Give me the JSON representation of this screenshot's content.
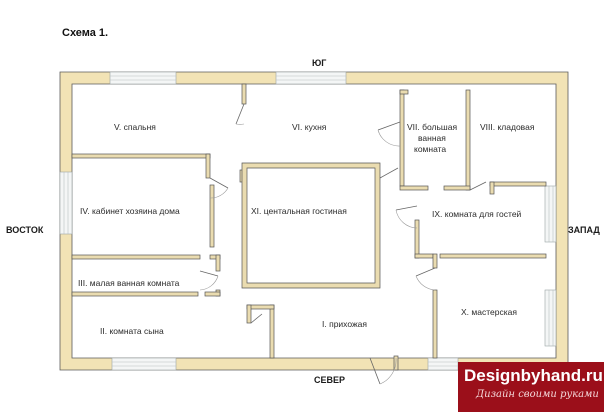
{
  "title": "Схема 1.",
  "compass": {
    "south": "ЮГ",
    "north": "СЕВЕР",
    "east": "ВОСТОК",
    "west": "ЗАПАД"
  },
  "rooms": {
    "bedroom": "V. спальня",
    "kitchen": "VI. кухня",
    "big_bath_1": "VII. большая",
    "big_bath_2": "ванная",
    "big_bath_3": "комната",
    "pantry": "VIII. кладовая",
    "study": "IV. кабинет хозяина дома",
    "living": "XI. центальная гостиная",
    "guest": "IX. комната для гостей",
    "small_bath": "III. малая ванная комната",
    "workshop": "X. мастерская",
    "hall": "I. прихожая",
    "son": "II. комната сына"
  },
  "badge": {
    "site": "Designbyhand.ru",
    "tagline": "Дизайн своими руками"
  },
  "colors": {
    "wall_fill": "#f2e3b5",
    "badge_bg": "#9b0f1a"
  }
}
